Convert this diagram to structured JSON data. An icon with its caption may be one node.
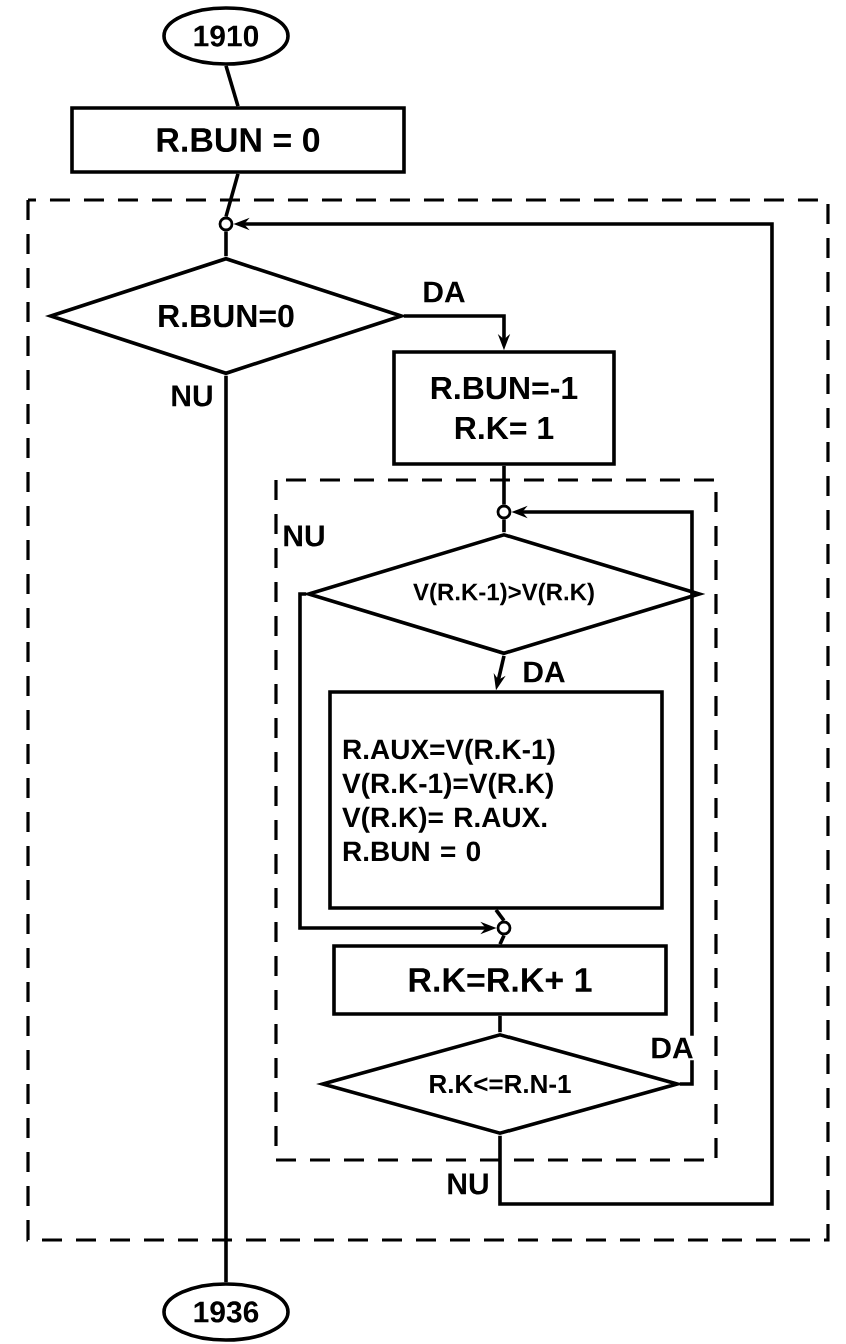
{
  "diagram": {
    "nodes": [
      {
        "text": [
          "1910"
        ]
      },
      {
        "text": [
          "R.BUN = 0"
        ]
      },
      {
        "text": [],
        "shape": "circle"
      },
      {
        "text": [
          "R.BUN=0"
        ]
      },
      {
        "text": [
          "R.BUN=-1",
          "R.K= 1"
        ]
      },
      {
        "text": [],
        "shape": "circle"
      },
      {
        "text": [
          "V(R.K-1)>V(R.K)"
        ]
      },
      {
        "text": [
          "R.AUX=V(R.K-1)",
          "V(R.K-1)=V(R.K)",
          "V(R.K)= R.AUX.",
          "R.BUN = 0"
        ]
      },
      {
        "text": [],
        "shape": "circle"
      },
      {
        "text": [
          "R.K=R.K+ 1"
        ]
      },
      {
        "text": [
          "R.K<=R.N-1"
        ]
      },
      {
        "text": [
          "1936"
        ]
      }
    ],
    "edges": [
      {
        "from": 0,
        "to": 1,
        "arrow": "none"
      },
      {
        "from": 1,
        "to": 2,
        "arrow": "none"
      },
      {
        "from": 2,
        "to": 3,
        "arrow": "none"
      },
      {
        "from": 3,
        "to": 4,
        "arrow": "to",
        "label": "DA"
      },
      {
        "from": 3,
        "to": 11,
        "arrow": "none",
        "label": "NU"
      },
      {
        "from": 4,
        "to": 5,
        "arrow": "none"
      },
      {
        "from": 5,
        "to": 6,
        "arrow": "none"
      },
      {
        "from": 6,
        "to": 7,
        "arrow": "to",
        "label": "DA"
      },
      {
        "from": 6,
        "to": 8,
        "arrow": "to",
        "label": "NU"
      },
      {
        "from": 7,
        "to": 8,
        "arrow": "none"
      },
      {
        "from": 8,
        "to": 9,
        "arrow": "none"
      },
      {
        "from": 9,
        "to": 10,
        "arrow": "none"
      },
      {
        "from": 10,
        "to": 5,
        "arrow": "to",
        "label": "DA"
      },
      {
        "from": 10,
        "to": 2,
        "arrow": "to",
        "label": "NU"
      }
    ]
  }
}
